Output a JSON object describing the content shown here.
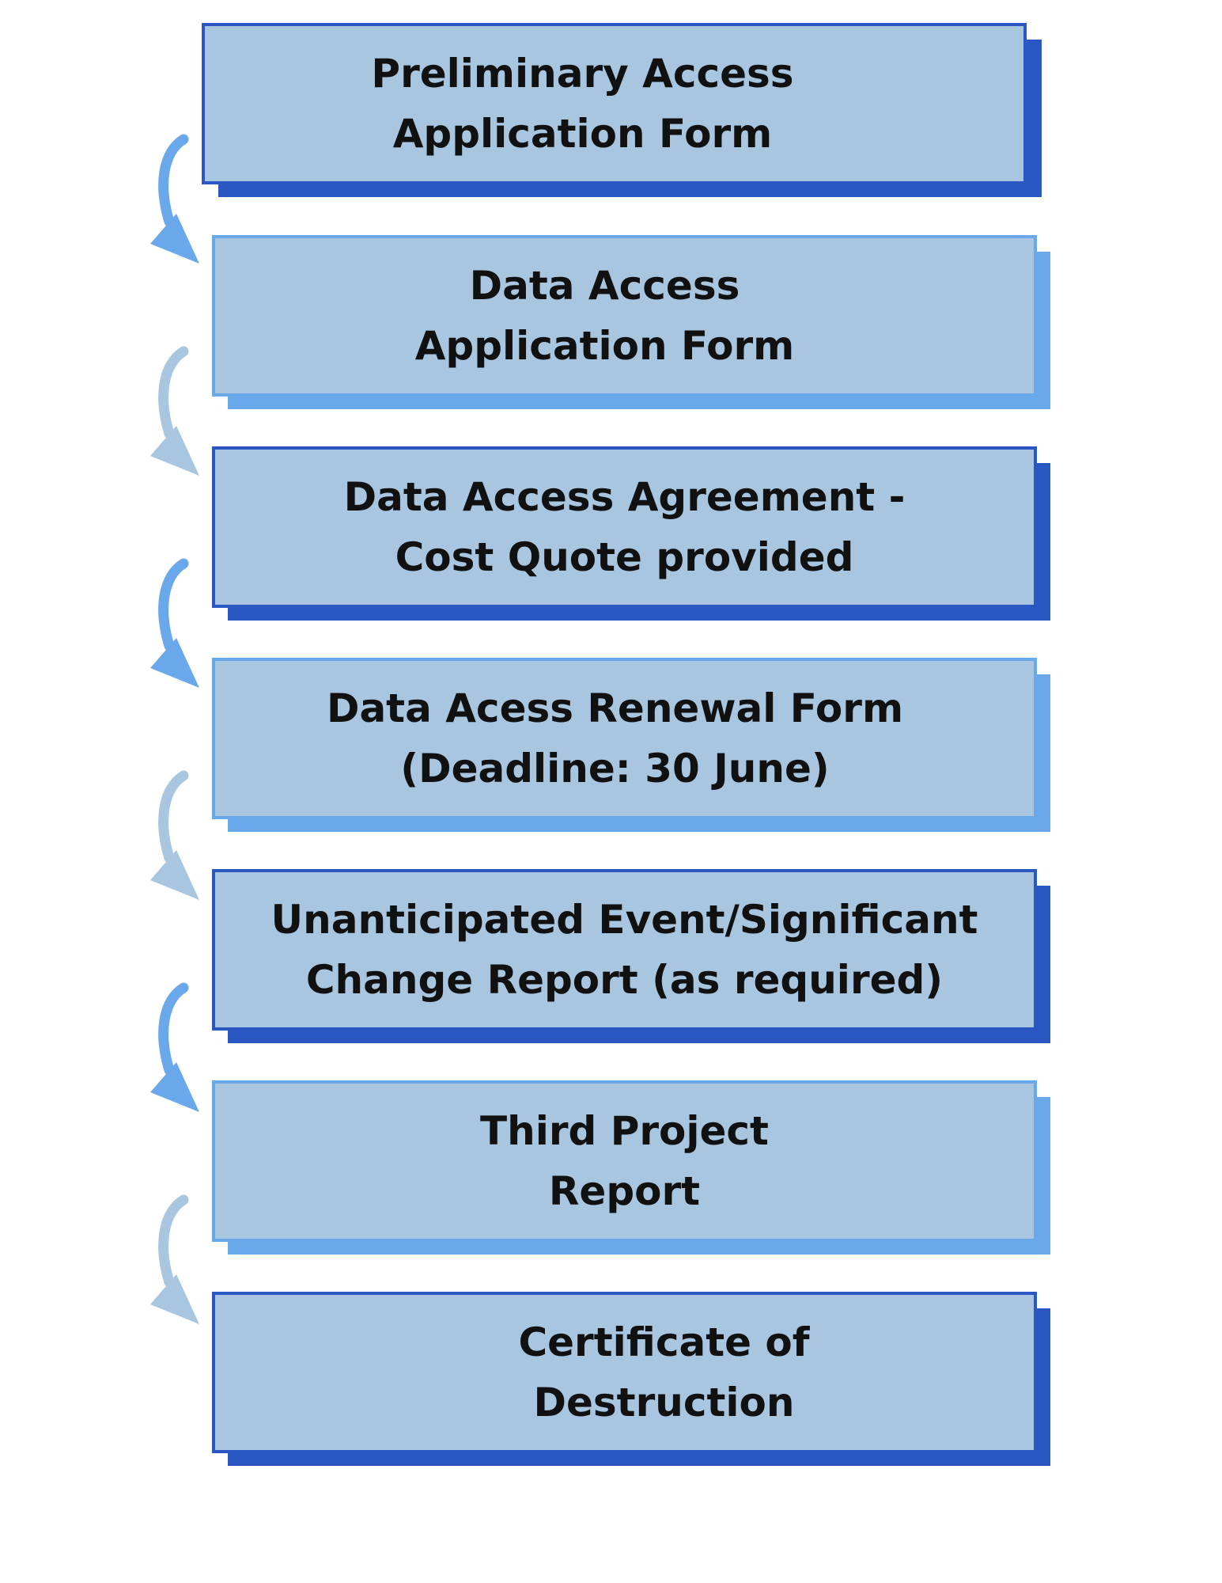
{
  "flow": {
    "steps": [
      {
        "lines": [
          "Preliminary Access",
          "Application Form"
        ],
        "style": "dark"
      },
      {
        "lines": [
          "Data Access",
          "Application Form"
        ],
        "style": "light"
      },
      {
        "lines": [
          "Data Access Agreement -",
          "Cost Quote provided"
        ],
        "style": "dark"
      },
      {
        "lines": [
          "Data Acess Renewal Form",
          "(Deadline: 30 June)"
        ],
        "style": "light"
      },
      {
        "lines": [
          "Unanticipated Event/Significant",
          "Change Report (as required)"
        ],
        "style": "dark"
      },
      {
        "lines": [
          "Third Project",
          "Report"
        ],
        "style": "light"
      },
      {
        "lines": [
          "Certificate of",
          "Destruction"
        ],
        "style": "dark"
      }
    ],
    "arrows": [
      {
        "icon": "curved-down-arrow-icon",
        "color": "#6aa8ec"
      },
      {
        "icon": "curved-down-arrow-icon",
        "color": "#a9c6e0"
      },
      {
        "icon": "curved-down-arrow-icon",
        "color": "#6aa8ec"
      },
      {
        "icon": "curved-down-arrow-icon",
        "color": "#a9c6e0"
      },
      {
        "icon": "curved-down-arrow-icon",
        "color": "#6aa8ec"
      },
      {
        "icon": "curved-down-arrow-icon",
        "color": "#a9c6e0"
      }
    ]
  },
  "colors": {
    "box_fill": "#a9c6e0",
    "dark_border": "#2a57c2",
    "light_border": "#6aa8ec",
    "text": "#111111"
  }
}
